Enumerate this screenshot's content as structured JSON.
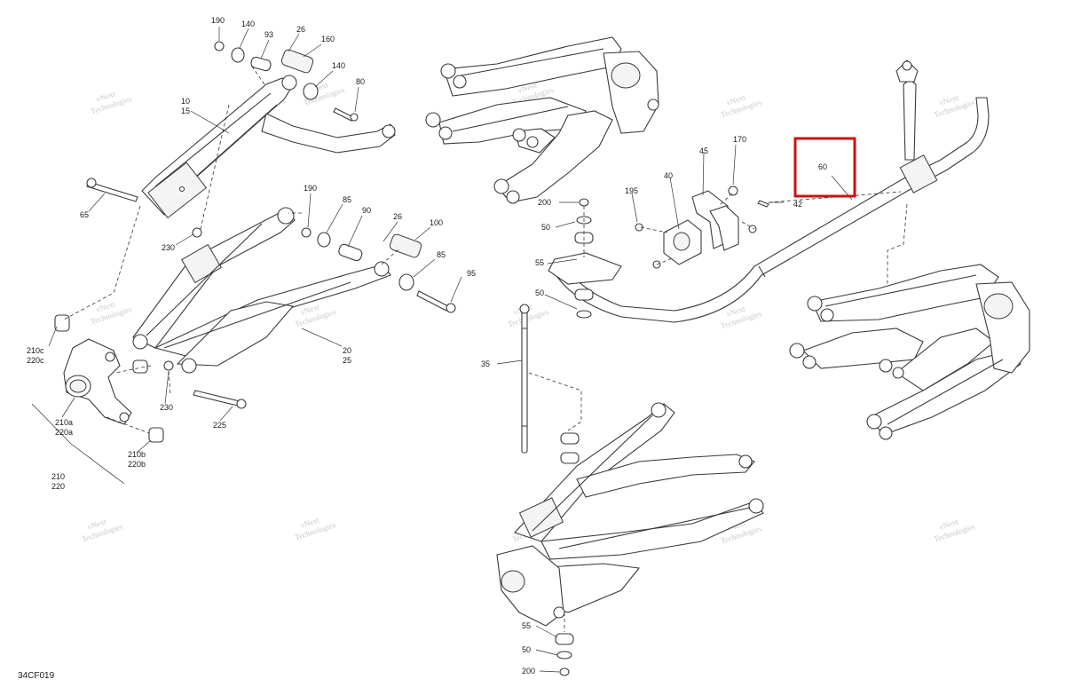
{
  "diagram_code": "34CF019",
  "watermark": {
    "line1": "vNext",
    "line2": "Technologies",
    "line_single": "vNext Technologies"
  },
  "highlight": {
    "label": "60",
    "color": "#cc1111"
  },
  "callouts": [
    {
      "id": "c190a",
      "text": "190"
    },
    {
      "id": "c140a",
      "text": "140"
    },
    {
      "id": "c93",
      "text": "93"
    },
    {
      "id": "c26a",
      "text": "26"
    },
    {
      "id": "c160",
      "text": "160"
    },
    {
      "id": "c140b",
      "text": "140"
    },
    {
      "id": "c80",
      "text": "80"
    },
    {
      "id": "c10",
      "text": "10"
    },
    {
      "id": "c15",
      "text": "15"
    },
    {
      "id": "c65",
      "text": "65"
    },
    {
      "id": "c230a",
      "text": "230"
    },
    {
      "id": "c190b",
      "text": "190"
    },
    {
      "id": "c85a",
      "text": "85"
    },
    {
      "id": "c90",
      "text": "90"
    },
    {
      "id": "c26b",
      "text": "26"
    },
    {
      "id": "c100",
      "text": "100"
    },
    {
      "id": "c85b",
      "text": "85"
    },
    {
      "id": "c95",
      "text": "95"
    },
    {
      "id": "c20",
      "text": "20"
    },
    {
      "id": "c25",
      "text": "25"
    },
    {
      "id": "c210c",
      "text": "210c"
    },
    {
      "id": "c220c",
      "text": "220c"
    },
    {
      "id": "c210a",
      "text": "210a"
    },
    {
      "id": "c220a",
      "text": "220a"
    },
    {
      "id": "c230b",
      "text": "230"
    },
    {
      "id": "c225",
      "text": "225"
    },
    {
      "id": "c210b",
      "text": "210b"
    },
    {
      "id": "c220b",
      "text": "220b"
    },
    {
      "id": "c210",
      "text": "210"
    },
    {
      "id": "c220",
      "text": "220"
    },
    {
      "id": "c170",
      "text": "170"
    },
    {
      "id": "c45",
      "text": "45"
    },
    {
      "id": "c40",
      "text": "40"
    },
    {
      "id": "c195",
      "text": "195"
    },
    {
      "id": "c42",
      "text": "42"
    },
    {
      "id": "c200a",
      "text": "200"
    },
    {
      "id": "c50a",
      "text": "50"
    },
    {
      "id": "c55a",
      "text": "55"
    },
    {
      "id": "c50b",
      "text": "50"
    },
    {
      "id": "c35",
      "text": "35"
    },
    {
      "id": "c55b",
      "text": "55"
    },
    {
      "id": "c50c",
      "text": "50"
    },
    {
      "id": "c200b",
      "text": "200"
    }
  ],
  "colors": {
    "line": "#3a3a3a",
    "watermark": "#c9c9c9",
    "highlight": "#cc1111"
  }
}
